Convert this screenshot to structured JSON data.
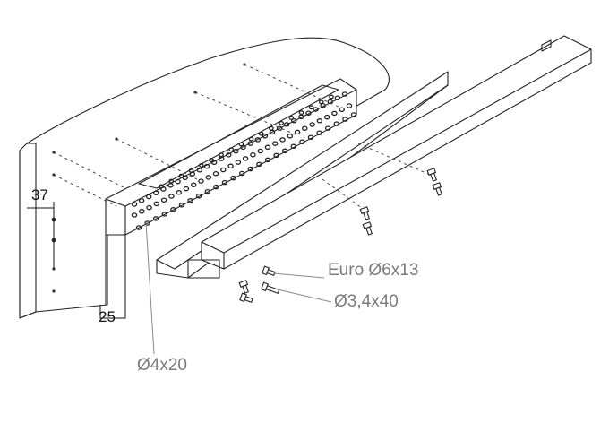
{
  "diagram": {
    "labels": {
      "euro_screw": "Euro Ø6x13",
      "wood_screw": "Ø3,4x40",
      "dowel": "Ø4x20"
    },
    "dimensions": {
      "top": "37",
      "bottom": "25"
    }
  },
  "colors": {
    "line": "#222222",
    "label": "#7a7a7a",
    "leader": "#8a8a8a"
  }
}
